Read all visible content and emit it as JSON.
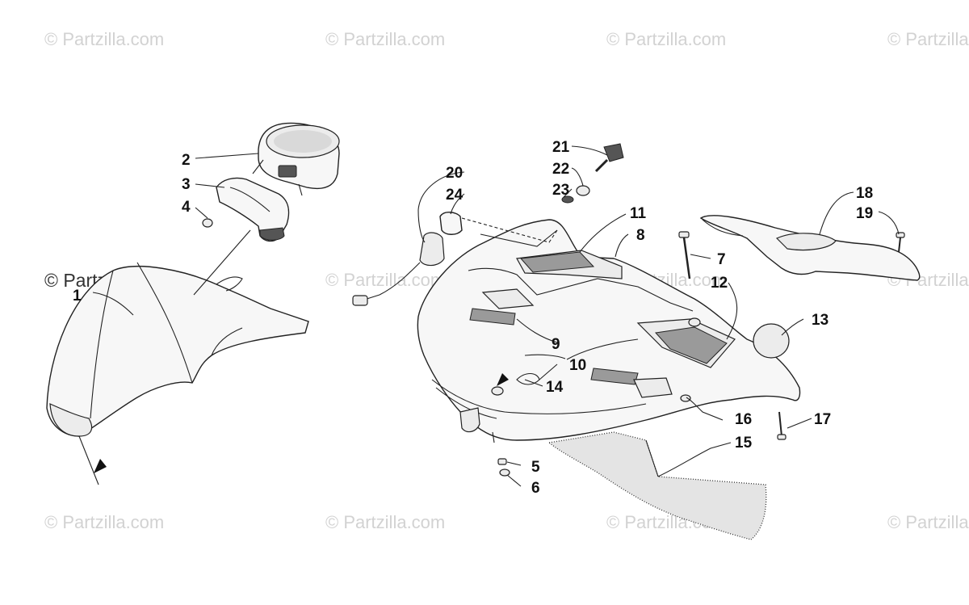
{
  "watermark": {
    "text": "© Partzilla.com"
  },
  "callouts": {
    "c1": "1",
    "c2": "2",
    "c3": "3",
    "c4": "4",
    "c5": "5",
    "c6": "6",
    "c7": "7",
    "c8": "8",
    "c9": "9",
    "c10": "10",
    "c11": "11",
    "c12": "12",
    "c13": "13",
    "c14": "14",
    "c15": "15",
    "c16": "16",
    "c17": "17",
    "c18": "18",
    "c19": "19",
    "c20": "20",
    "c21": "21",
    "c22": "22",
    "c23": "23",
    "c24": "24"
  },
  "colors": {
    "watermark_light": "#d2d2d2",
    "watermark_dark": "#333333",
    "ink": "#111111"
  }
}
